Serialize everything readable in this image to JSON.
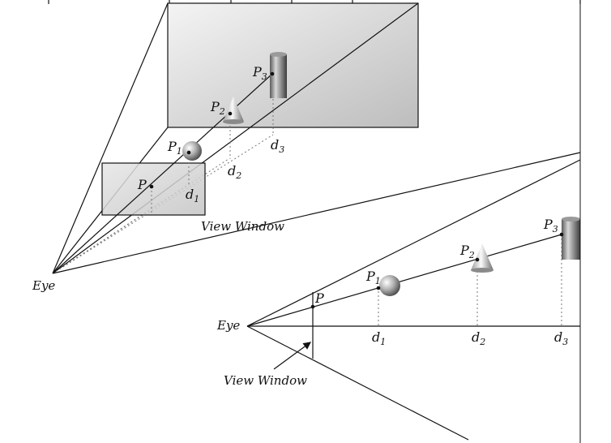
{
  "labels": {
    "eye": "Eye",
    "view_window": "View Window",
    "p": "P",
    "p1": "P",
    "p1_sub": "1",
    "p2": "P",
    "p2_sub": "2",
    "p3": "P",
    "p3_sub": "3",
    "d1": "d",
    "d1_sub": "1",
    "d2": "d",
    "d2_sub": "2",
    "d3": "d",
    "d3_sub": "3"
  },
  "colors": {
    "line": "#111111",
    "panel_light": "#f2f2f2",
    "panel_dark": "#bdbdbd",
    "dash": "#777777"
  }
}
